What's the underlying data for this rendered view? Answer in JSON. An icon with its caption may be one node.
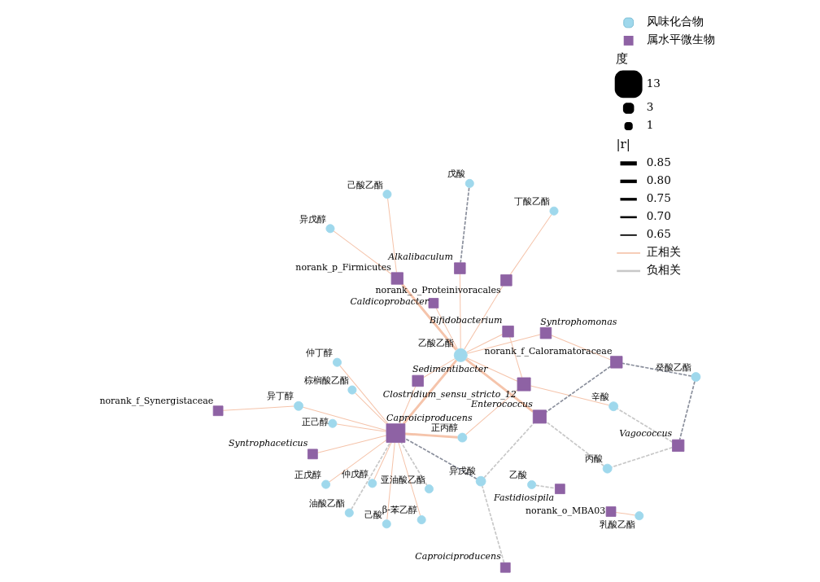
{
  "diagram": {
    "nodes": [
      {
        "text": [
          "乙酸"
        ]
      },
      {
        "text": [
          "Sedimentibacter"
        ]
      },
      {
        "text": [
          "亚油酸乙酯"
        ]
      },
      {
        "text": [
          "油酸乙酯"
        ]
      },
      {
        "text": [
          "己酸乙酯"
        ]
      },
      {
        "text": [
          "仲戊醇"
        ]
      },
      {
        "text": [
          "norank_o_Proteinivoracales"
        ]
      },
      {
        "text": [
          "Syntrophaceticus"
        ]
      },
      {
        "text": [
          "异戊酸"
        ]
      },
      {
        "text": [
          "正戊醇"
        ]
      },
      {
        "text": [
          "Vagococcus"
        ]
      },
      {
        "text": [
          "己酸"
        ]
      },
      {
        "text": [
          "Fastidiosipila"
        ]
      },
      {
        "text": [
          "正丙醇"
        ]
      },
      {
        "text": [
          "Clostridium_sensu_stricto_12"
        ]
      },
      {
        "text": [
          "癸酸乙酯"
        ]
      },
      {
        "text": [
          "Bifidobacterium"
        ]
      },
      {
        "text": [
          "乙酸乙酯"
        ]
      },
      {
        "text": [
          "丙酸"
        ]
      },
      {
        "text": [
          "异丁醇"
        ]
      },
      {
        "text": [
          "棕榈酸乙酯"
        ]
      },
      {
        "text": [
          "Alkalibaculum"
        ]
      },
      {
        "text": [
          "Caproiciproducens"
        ]
      },
      {
        "text": [
          "正己醇"
        ]
      },
      {
        "text": [
          "戊酸"
        ]
      },
      {
        "text": [
          "norank_f_Caloramatoraceae"
        ]
      },
      {
        "text": [
          "norank_f_Synergistaceae"
        ]
      },
      {
        "text": [
          "Caldicoprobacter"
        ]
      },
      {
        "text": [
          "丁酸乙酯"
        ]
      },
      {
        "text": [
          "异戊醇"
        ]
      },
      {
        "text": [
          "Enterococcus"
        ]
      },
      {
        "text": [
          "β-苯乙醇"
        ]
      },
      {
        "text": [
          "辛酸"
        ]
      },
      {
        "text": [
          "norank_o_MBA03"
        ]
      },
      {
        "text": [
          "Syntrophomonas"
        ]
      },
      {
        "text": [
          "Caproiciproducens"
        ]
      },
      {
        "text": [
          "仲丁醇"
        ]
      },
      {
        "text": [
          "乳酸乙酯"
        ]
      },
      {
        "text": [
          "norank_p_Firmicutes"
        ]
      }
    ],
    "edges": [
      {
        "from": 1,
        "to": 35,
        "arrow": "none"
      },
      {
        "from": 1,
        "to": 17,
        "arrow": "none"
      },
      {
        "from": 7,
        "to": 35,
        "arrow": "none"
      },
      {
        "from": 5,
        "to": 35,
        "arrow": "none"
      },
      {
        "from": 4,
        "to": 38,
        "arrow": "none"
      },
      {
        "from": 6,
        "to": 17,
        "arrow": "none"
      },
      {
        "from": 6,
        "to": 28,
        "arrow": "none"
      },
      {
        "from": 9,
        "to": 35,
        "arrow": "none"
      },
      {
        "from": 16,
        "to": 17,
        "arrow": "none"
      },
      {
        "from": 16,
        "to": 14,
        "arrow": "none"
      },
      {
        "from": 13,
        "to": 14,
        "arrow": "none"
      },
      {
        "from": 13,
        "to": 35,
        "arrow": "none",
        "style": "thick"
      },
      {
        "from": 17,
        "to": 14,
        "arrow": "none"
      },
      {
        "from": 17,
        "to": 30,
        "arrow": "none",
        "style": "thick"
      },
      {
        "from": 17,
        "to": 27,
        "arrow": "none"
      },
      {
        "from": 17,
        "to": 38,
        "arrow": "none",
        "style": "thick"
      },
      {
        "from": 17,
        "to": 35,
        "arrow": "none",
        "style": "thick"
      },
      {
        "from": 17,
        "to": 34,
        "arrow": "none"
      },
      {
        "from": 11,
        "to": 35,
        "arrow": "none"
      },
      {
        "from": 14,
        "to": 32,
        "arrow": "none"
      },
      {
        "from": 23,
        "to": 35,
        "arrow": "none"
      },
      {
        "from": 19,
        "to": 35,
        "arrow": "none"
      },
      {
        "from": 19,
        "to": 26,
        "arrow": "none"
      },
      {
        "from": 25,
        "to": 34,
        "arrow": "none"
      },
      {
        "from": 29,
        "to": 38,
        "arrow": "none"
      },
      {
        "from": 35,
        "to": 36,
        "arrow": "none"
      },
      {
        "from": 20,
        "to": 35,
        "arrow": "none"
      },
      {
        "from": 33,
        "to": 37,
        "arrow": "none"
      },
      {
        "from": 31,
        "to": 35,
        "arrow": "none"
      },
      {
        "from": 21,
        "to": 17,
        "arrow": "none"
      },
      {
        "from": 0,
        "to": 12,
        "arrow": "none",
        "style": "dashed",
        "color": "#c8c8c8"
      },
      {
        "from": 2,
        "to": 35,
        "arrow": "none",
        "style": "dashed",
        "color": "#c8c8c8"
      },
      {
        "from": 3,
        "to": 35,
        "arrow": "none",
        "style": "dashed",
        "color": "#c8c8c8"
      },
      {
        "from": 15,
        "to": 10,
        "arrow": "none",
        "style": "dashed",
        "color": "#8a8f9c"
      },
      {
        "from": 15,
        "to": 25,
        "arrow": "none",
        "style": "dashed",
        "color": "#8a8f9c"
      },
      {
        "from": 8,
        "to": 35,
        "arrow": "none",
        "style": "dashed",
        "color": "#8a8f9c"
      },
      {
        "from": 8,
        "to": 30,
        "arrow": "none",
        "style": "dashed",
        "color": "#c8c8c8"
      },
      {
        "from": 10,
        "to": 32,
        "arrow": "none",
        "style": "dashed",
        "color": "#c8c8c8"
      },
      {
        "from": 10,
        "to": 18,
        "arrow": "none",
        "style": "dashed",
        "color": "#c8c8c8"
      },
      {
        "from": 18,
        "to": 30,
        "arrow": "none",
        "style": "dashed",
        "color": "#c8c8c8"
      },
      {
        "from": 24,
        "to": 21,
        "arrow": "none",
        "style": "dashed",
        "color": "#8a8f9c"
      },
      {
        "from": 25,
        "to": 30,
        "arrow": "none",
        "style": "dashed",
        "color": "#8a8f9c"
      },
      {
        "from": 22,
        "to": 8,
        "arrow": "none",
        "style": "dashed",
        "color": "#c8c8c8"
      }
    ],
    "labels": [
      "度",
      "|r|"
    ],
    "legend": [
      {
        "text": "风味化合物"
      },
      {
        "text": "属水平微生物"
      },
      {
        "text": "13"
      },
      {
        "text": "3"
      },
      {
        "text": "1"
      },
      {
        "text": "0.85"
      },
      {
        "text": "0.80"
      },
      {
        "text": "0.75"
      },
      {
        "text": "0.70"
      },
      {
        "text": "0.65"
      },
      {
        "text": "正相关"
      },
      {
        "text": "负相关"
      }
    ]
  }
}
